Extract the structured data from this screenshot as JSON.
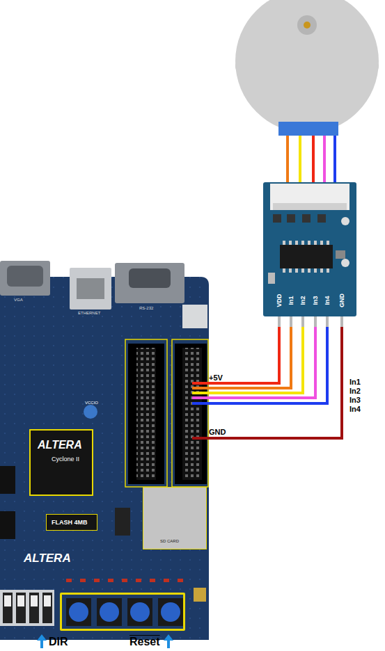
{
  "diagram": {
    "nodes": [
      {
        "text": [
          "ALTERA"
        ]
      },
      {
        "text": [
          "ALTERA",
          "Cyclone II"
        ],
        "in": 0
      },
      {
        "text": [
          "FLASH 4MB"
        ],
        "in": 0
      },
      {
        "text": [
          "SD CARD"
        ],
        "in": 0
      },
      {
        "text": [
          "VDD",
          "In1",
          "In2",
          "In3",
          "In4",
          "GND"
        ]
      }
    ],
    "labels": [
      "+5V",
      "GND",
      "In1",
      "In2",
      "In3",
      "In4",
      "DIR",
      "Reset",
      "VGA",
      "ETHERNET",
      "RS-232",
      "VCCIO"
    ]
  }
}
